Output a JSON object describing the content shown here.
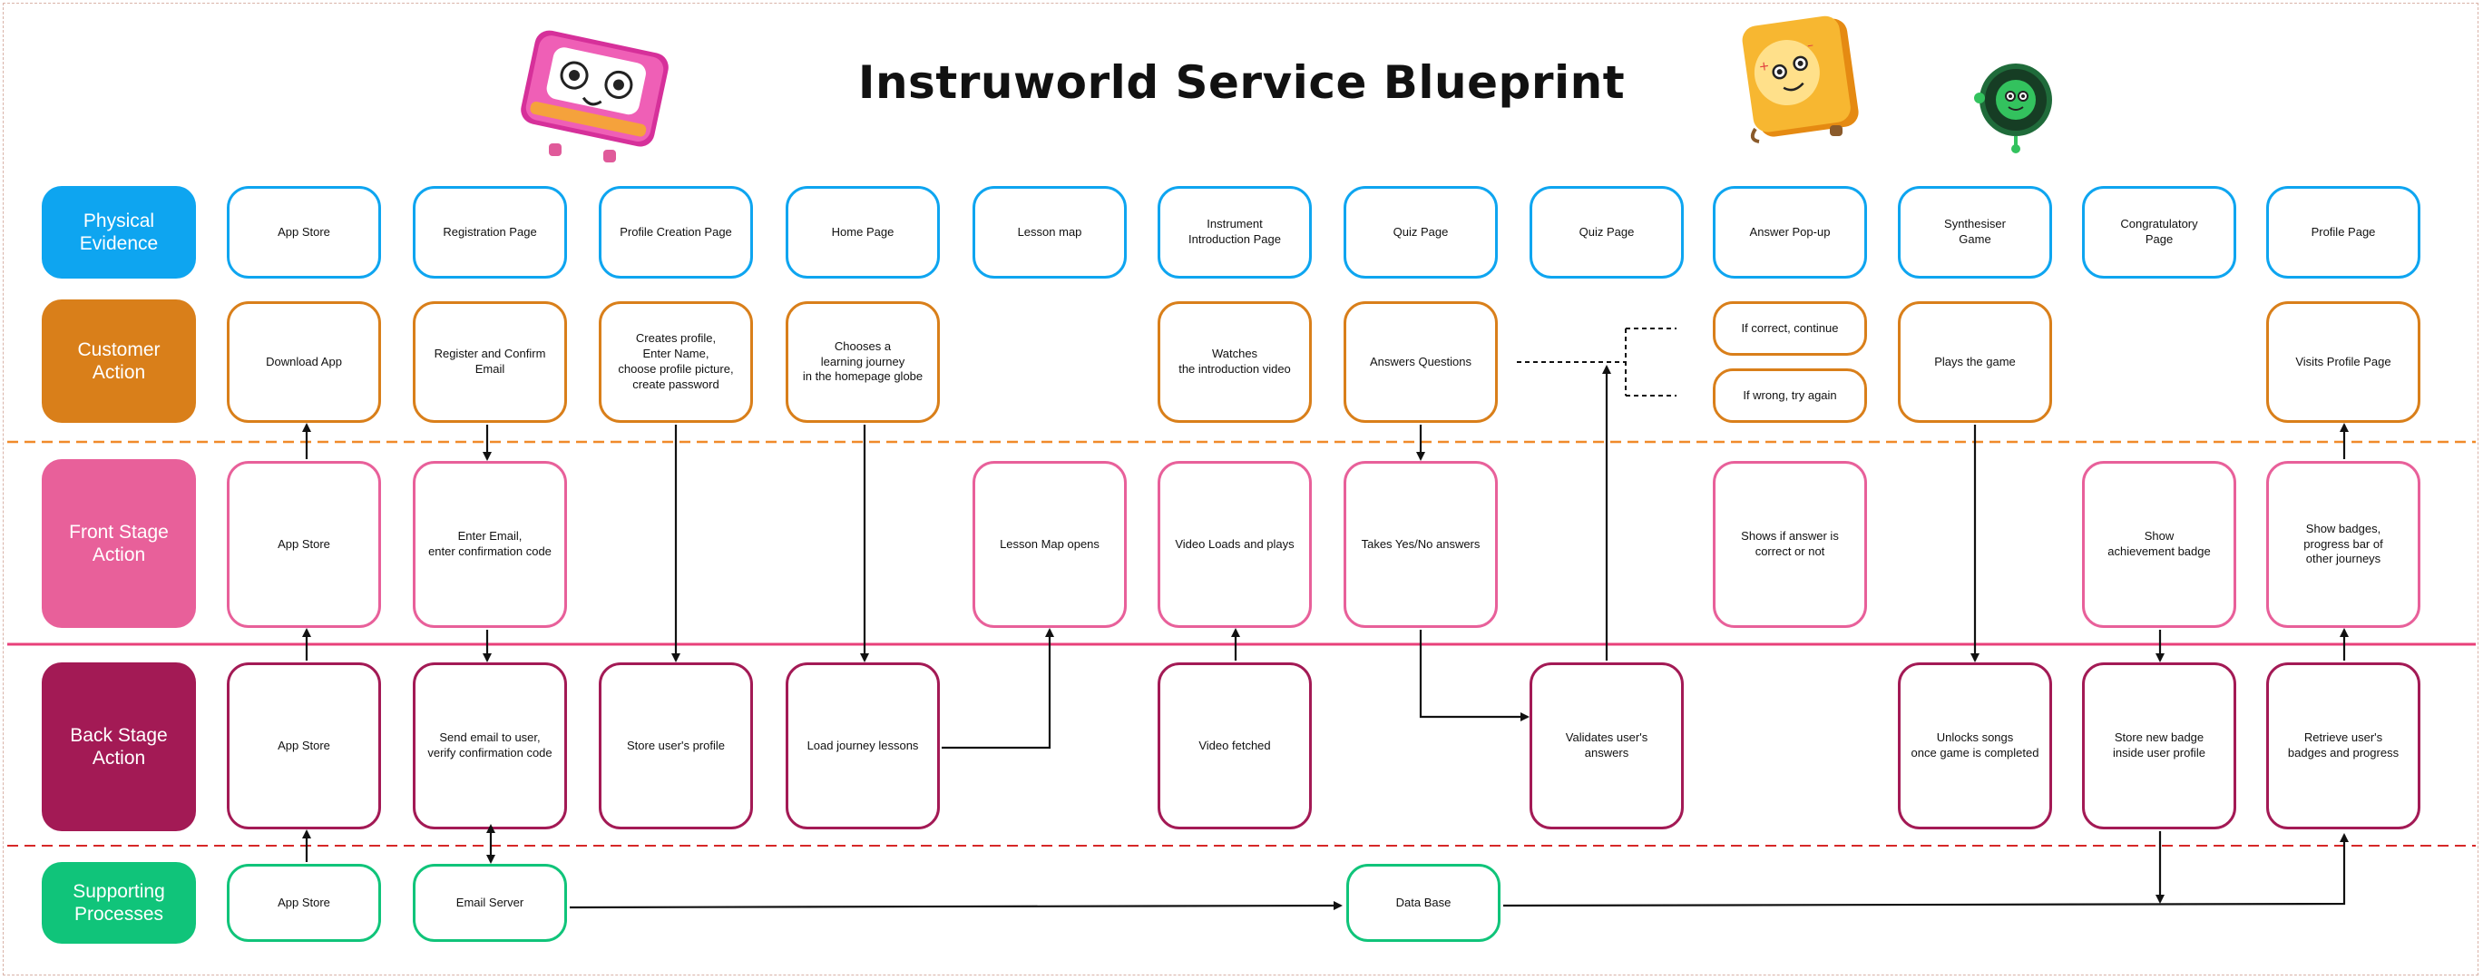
{
  "title": "Instruworld Service Blueprint",
  "colors": {
    "physical": "#0ea5f0",
    "customer": "#d97f1a",
    "front": "#e8609a",
    "back": "#a31a55",
    "support": "#10c47a",
    "line_of_interaction": "#f08a2a",
    "line_of_visibility": "#e8407a",
    "line_of_internal": "#d62828"
  },
  "lanes": {
    "physical": "Physical Evidence",
    "customer": "Customer Action",
    "front": "Front Stage Action",
    "back": "Back Stage Action",
    "support": "Supporting Processes"
  },
  "physical_evidence": [
    "App Store",
    "Registration Page",
    "Profile Creation Page",
    "Home Page",
    "Lesson map",
    "Instrument\nIntroduction Page",
    "Quiz Page",
    "Quiz Page",
    "Answer Pop-up",
    "Synthesiser\nGame",
    "Congratulatory\nPage",
    "Profile Page"
  ],
  "customer_action": {
    "c1": "Download App",
    "c2": "Register and Confirm\nEmail",
    "c3": "Creates profile,\nEnter Name,\nchoose profile picture,\ncreate password",
    "c4": "Chooses a\nlearning journey\nin the homepage globe",
    "c6": "Watches\nthe introduction video",
    "c7": "Answers Questions",
    "c9a": "If correct, continue",
    "c9b": "If wrong, try again",
    "c10": "Plays the game",
    "c12": "Visits Profile Page"
  },
  "front_stage": {
    "f1": "App Store",
    "f2": "Enter Email,\nenter confirmation code",
    "f5": "Lesson Map opens",
    "f6": "Video Loads and plays",
    "f7": "Takes Yes/No answers",
    "f9": "Shows if answer is\ncorrect or not",
    "f11": "Show\nachievement badge",
    "f12": "Show badges,\nprogress bar of\nother journeys"
  },
  "back_stage": {
    "b1": "App Store",
    "b2": "Send email to user,\nverify confirmation code",
    "b3": "Store user's profile",
    "b4": "Load journey lessons",
    "b6": "Video fetched",
    "b8": "Validates user's\nanswers",
    "b10": "Unlocks songs\nonce game is completed",
    "b11": "Store new badge\ninside user profile",
    "b12": "Retrieve user's\nbadges and progress"
  },
  "supporting": {
    "s1": "App Store",
    "s2": "Email Server",
    "s7": "Data Base"
  }
}
